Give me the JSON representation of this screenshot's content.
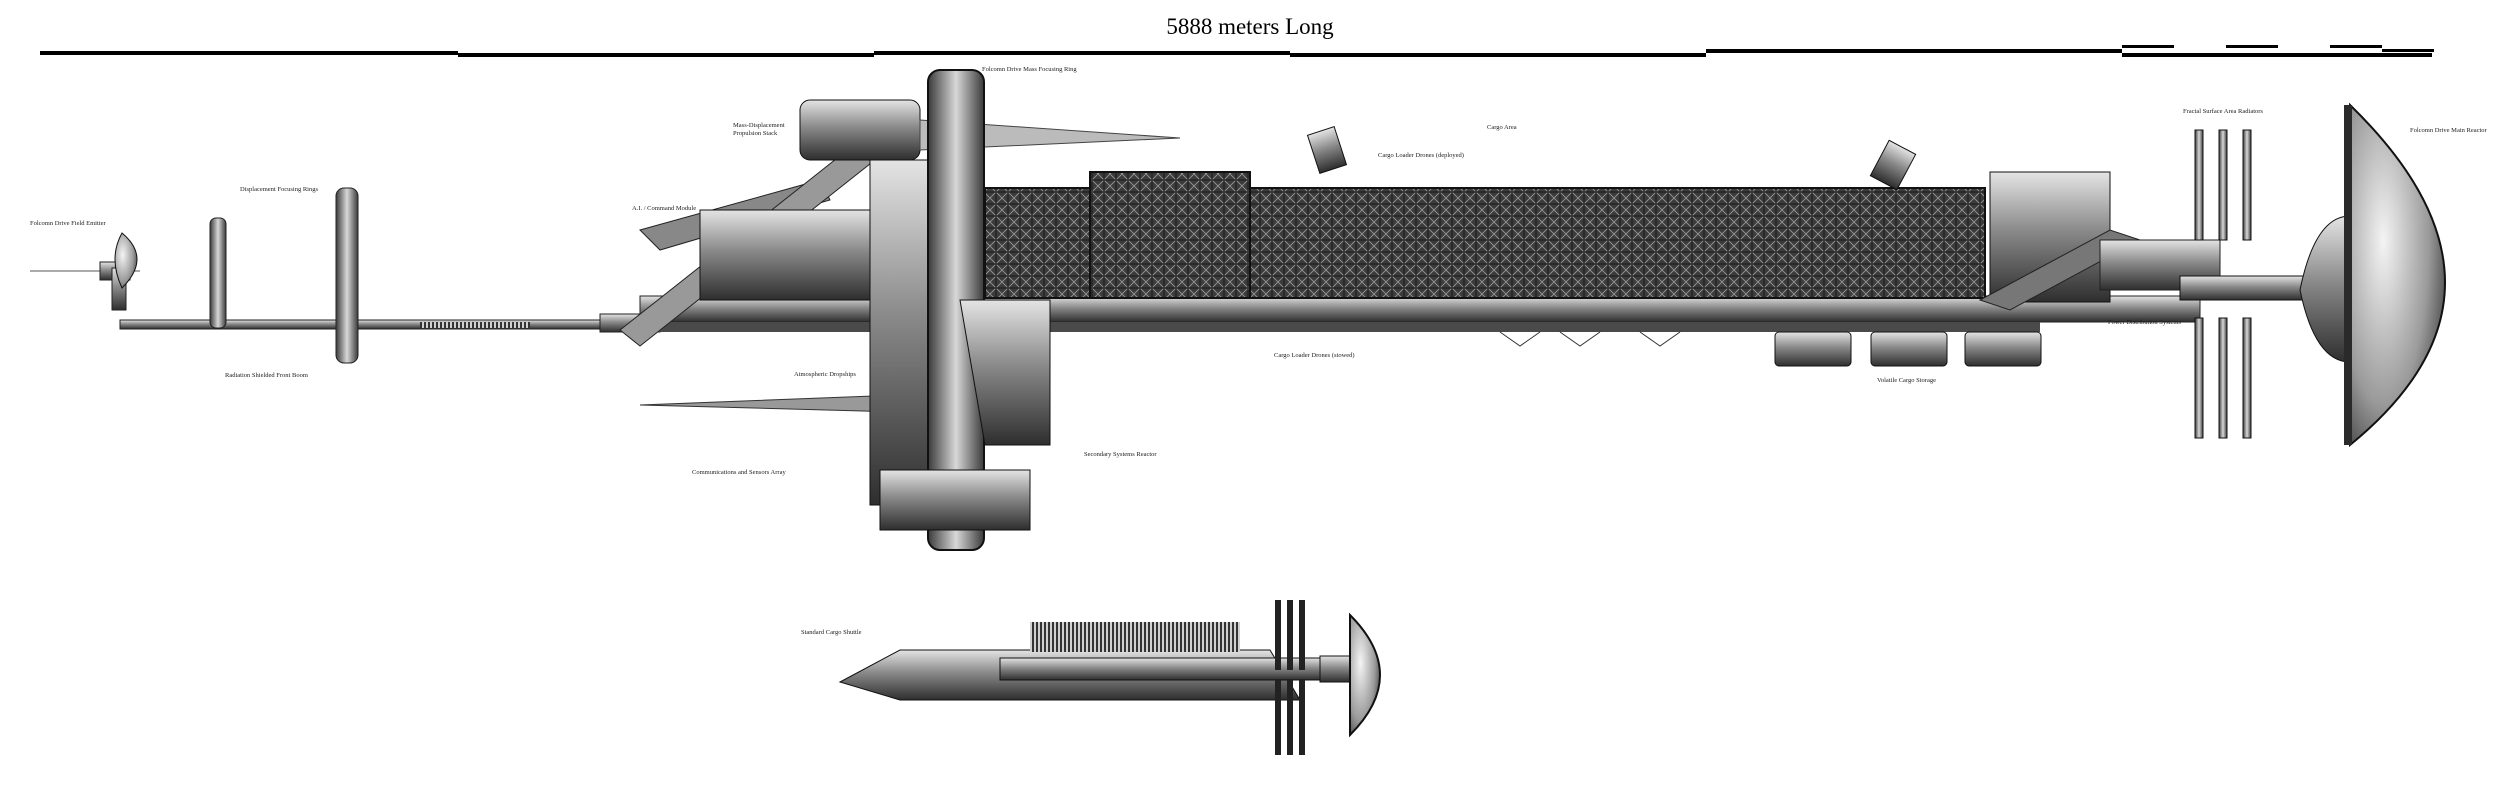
{
  "title": "5888 meters Long",
  "labels": {
    "field_emitter": "Folcomn Drive Field Emitter",
    "focusing_rings": "Displacement Focusing Rings",
    "front_boom": "Radiation Shielded Front Boom",
    "command_module": "A.I. / Command Module",
    "propulsion_stack": "Mass-Displacement\nPropulsion Stack",
    "focusing_ring_main": "Folcomn Drive Mass Focusing Ring",
    "dropships": "Atmospheric Dropships",
    "comms_array": "Communications and Sensors Array",
    "secondary_reactor": "Secondary Systems Reactor",
    "drones_deployed": "Cargo Loader Drones (deployed)",
    "drones_stowed": "Cargo Loader Drones (stowed)",
    "cargo_area": "Cargo Area",
    "volatile_storage": "Volatile Cargo Storage",
    "radiators": "Fractal Surface Area Radiators",
    "power_distribution": "Power Distribution Systems",
    "main_reactor": "Folcomn Drive Main Reactor",
    "shuttle": "Standard Cargo Shuttle"
  },
  "colors": {
    "ink": "#1a1a1a",
    "hull_dark": "#2b2b2b",
    "hull_mid": "#6e6e6e",
    "hull_light": "#c8c8c8",
    "paper": "#ffffff"
  }
}
